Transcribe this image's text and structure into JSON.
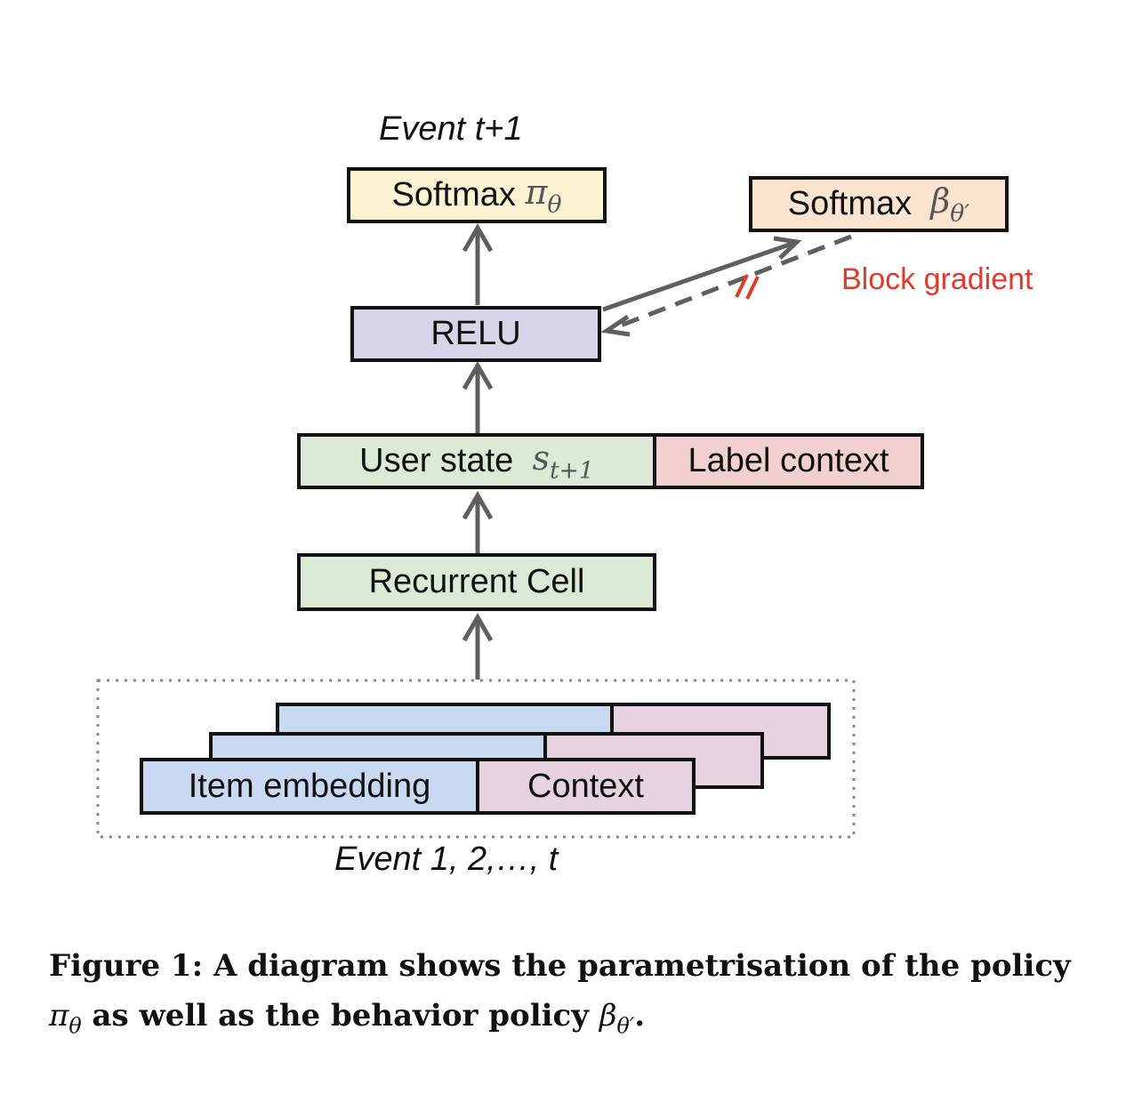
{
  "event_top": "Event t+1",
  "event_bottom": "Event 1, 2,…, t",
  "softmax_pi": {
    "label": "Softmax",
    "symbol": "π",
    "sub": "θ"
  },
  "softmax_beta": {
    "label": "Softmax",
    "symbol": "β",
    "sub": "θ′"
  },
  "relu": "RELU",
  "user_state": {
    "label": "User state",
    "symbol": "s",
    "sub": "t+1"
  },
  "label_context": "Label context",
  "recurrent_cell": "Recurrent Cell",
  "item_embedding": "Item embedding",
  "context": "Context",
  "block_gradient": "Block gradient",
  "caption": {
    "lead": "Figure 1: A diagram shows the parametrisation of the policy",
    "pi": "π",
    "pi_sub": "θ",
    "mid": "as well as the behavior policy",
    "beta": "β",
    "beta_sub": "θ′",
    "end": "."
  },
  "colors": {
    "softmax_pi": "#fcf3d3",
    "softmax_beta": "#fbe4cf",
    "relu": "#d9d3e9",
    "green": "#dce9d6",
    "label_context": "#f2d0d0",
    "item_embedding": "#c9d9f2",
    "context": "#e6d3df",
    "arrow": "#5f5f5f",
    "block_mark": "#e03a2a"
  }
}
